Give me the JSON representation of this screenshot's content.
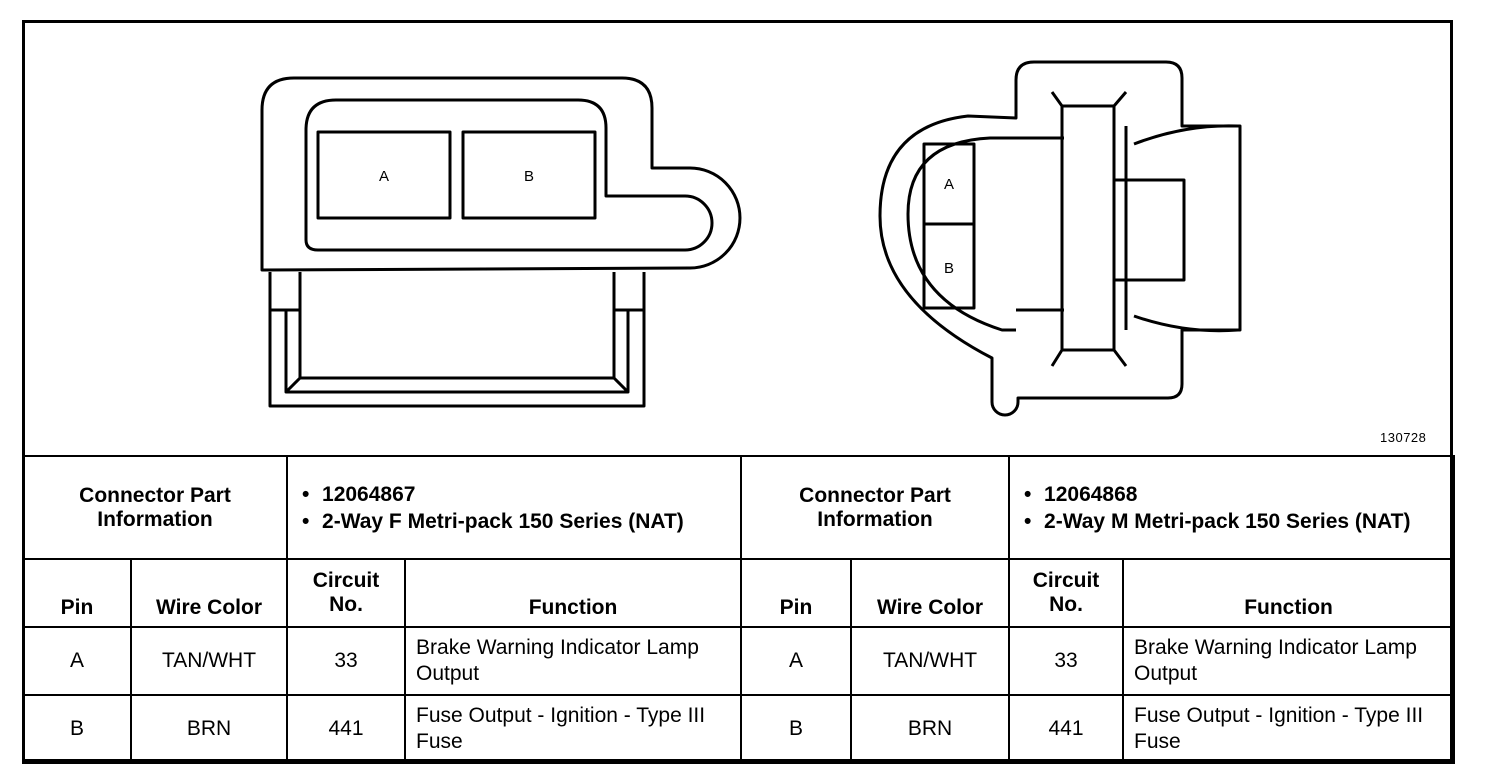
{
  "figure_id": "130728",
  "connectors": [
    {
      "pin_labels": [
        "A",
        "B"
      ],
      "part_info_label": "Connector Part Information",
      "part_info": [
        "12064867",
        "2-Way F Metri-pack 150 Series (NAT)"
      ]
    },
    {
      "pin_labels": [
        "A",
        "B"
      ],
      "part_info_label": "Connector Part Information",
      "part_info": [
        "12064868",
        "2-Way M Metri-pack 150 Series (NAT)"
      ]
    }
  ],
  "columns": {
    "pin": "Pin",
    "wire_color": "Wire Color",
    "circuit": "Circuit No.",
    "function": "Function"
  },
  "rows": [
    {
      "pin": "A",
      "wire_color": "TAN/WHT",
      "circuit": "33",
      "function": "Brake Warning Indicator Lamp Output"
    },
    {
      "pin": "B",
      "wire_color": "BRN",
      "circuit": "441",
      "function": "Fuse Output - Ignition - Type III Fuse"
    }
  ]
}
